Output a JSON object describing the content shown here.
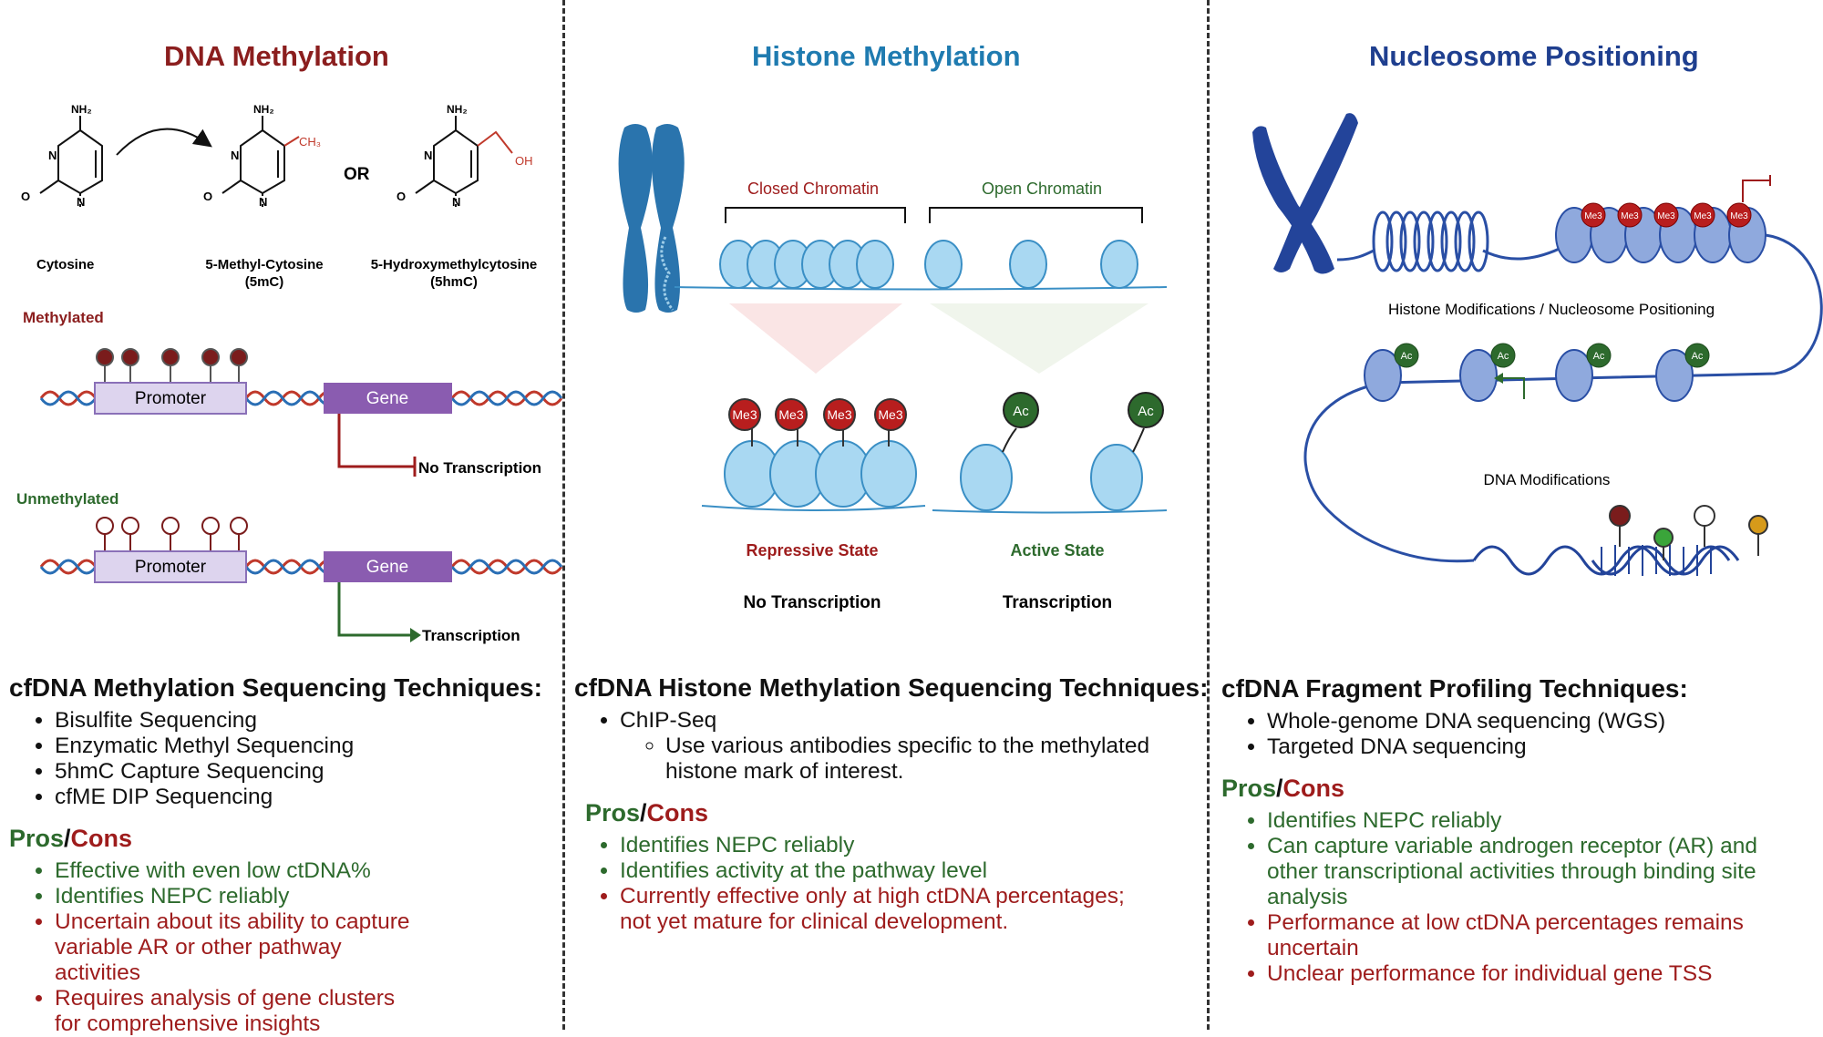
{
  "colors": {
    "dna_title": "#8b1e1e",
    "histone_title": "#1f7bb0",
    "nucleosome_title": "#1f3f8f",
    "green": "#2d6a2d",
    "red": "#9e1c1c",
    "promoter_fill": "#ddd4ee",
    "gene_fill": "#8a5cb0"
  },
  "col1": {
    "title": "DNA Methylation",
    "mol_nh2": "NH₂",
    "mol_n": "N",
    "mol_o": "O",
    "mol_ch3": "CH₃",
    "mol_oh": "OH",
    "or_label": "OR",
    "cytosine": "Cytosine",
    "mc_line1": "5-Methyl-Cytosine",
    "mc_line2": "(5mC)",
    "hmc_line1": "5-Hydroxymethylcytosine",
    "hmc_line2": "(5hmC)",
    "methylated": "Methylated",
    "unmethylated": "Unmethylated",
    "promoter": "Promoter",
    "gene": "Gene",
    "no_transcription": "No Transcription",
    "transcription": "Transcription",
    "tech_title": "cfDNA Methylation Sequencing Techniques:",
    "techniques": [
      "Bisulfite Sequencing",
      "Enzymatic Methyl Sequencing",
      "5hmC Capture Sequencing",
      "cfME DIP Sequencing"
    ],
    "pros_label": "Pros",
    "slash": "/",
    "cons_label": "Cons",
    "pros": [
      "Effective with even low ctDNA%",
      "Identifies NEPC reliably"
    ],
    "cons": [
      "Uncertain about its ability to capture variable AR or other pathway activities",
      "Requires analysis of gene clusters for comprehensive insights"
    ]
  },
  "col2": {
    "title": "Histone Methylation",
    "closed": "Closed Chromatin",
    "open": "Open Chromatin",
    "me3": "Me3",
    "ac": "Ac",
    "repressive": "Repressive State",
    "active": "Active State",
    "no_transcription": "No Transcription",
    "transcription": "Transcription",
    "tech_title": "cfDNA Histone Methylation Sequencing Techniques:",
    "technique": "ChIP-Seq",
    "sub_technique": "Use various antibodies specific to the methylated histone mark of interest.",
    "pros_label": "Pros",
    "slash": "/",
    "cons_label": "Cons",
    "pros": [
      "Identifies NEPC reliably",
      "Identifies activity at the pathway level"
    ],
    "cons": [
      "Currently effective only at high ctDNA percentages; not yet mature for clinical development."
    ]
  },
  "col3": {
    "title": "Nucleosome Positioning",
    "me3": "Me3",
    "ac": "Ac",
    "histone_mod": "Histone Modifications / Nucleosome Positioning",
    "dna_mod": "DNA Modifications",
    "tech_title": "cfDNA Fragment Profiling Techniques:",
    "techniques": [
      "Whole-genome DNA sequencing (WGS)",
      "Targeted DNA sequencing"
    ],
    "pros_label": "Pros",
    "slash": "/",
    "cons_label": "Cons",
    "pros": [
      "Identifies NEPC reliably",
      "Can capture variable androgen receptor (AR) and other transcriptional activities through binding site analysis"
    ],
    "cons": [
      "Performance at low ctDNA percentages remains uncertain",
      "Unclear performance for individual gene TSS"
    ]
  }
}
